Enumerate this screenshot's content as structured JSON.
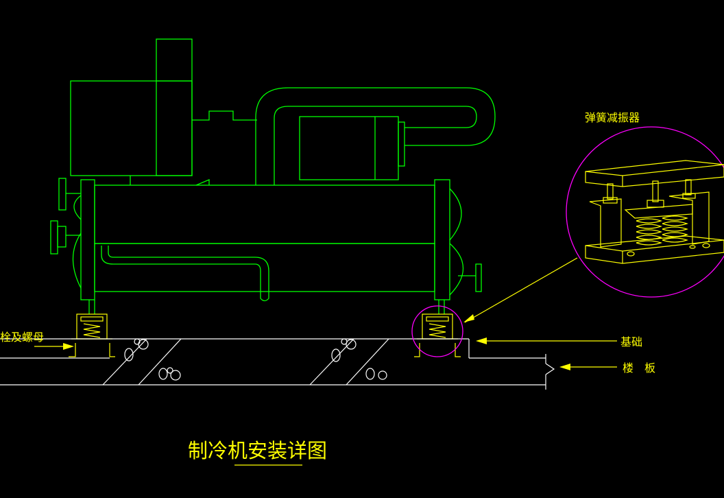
{
  "drawing": {
    "title": "制冷机安装详图",
    "labels": {
      "spring_damper": "弹簧减振器",
      "foundation": "基础",
      "floor_slab": "楼　板",
      "bolt_nut": "栓及螺母"
    }
  },
  "colors": {
    "background": "#000000",
    "equipment": "#00ff00",
    "annotation": "#ffff00",
    "detail_circle": "#ff00ff",
    "structure": "#ffffff"
  }
}
